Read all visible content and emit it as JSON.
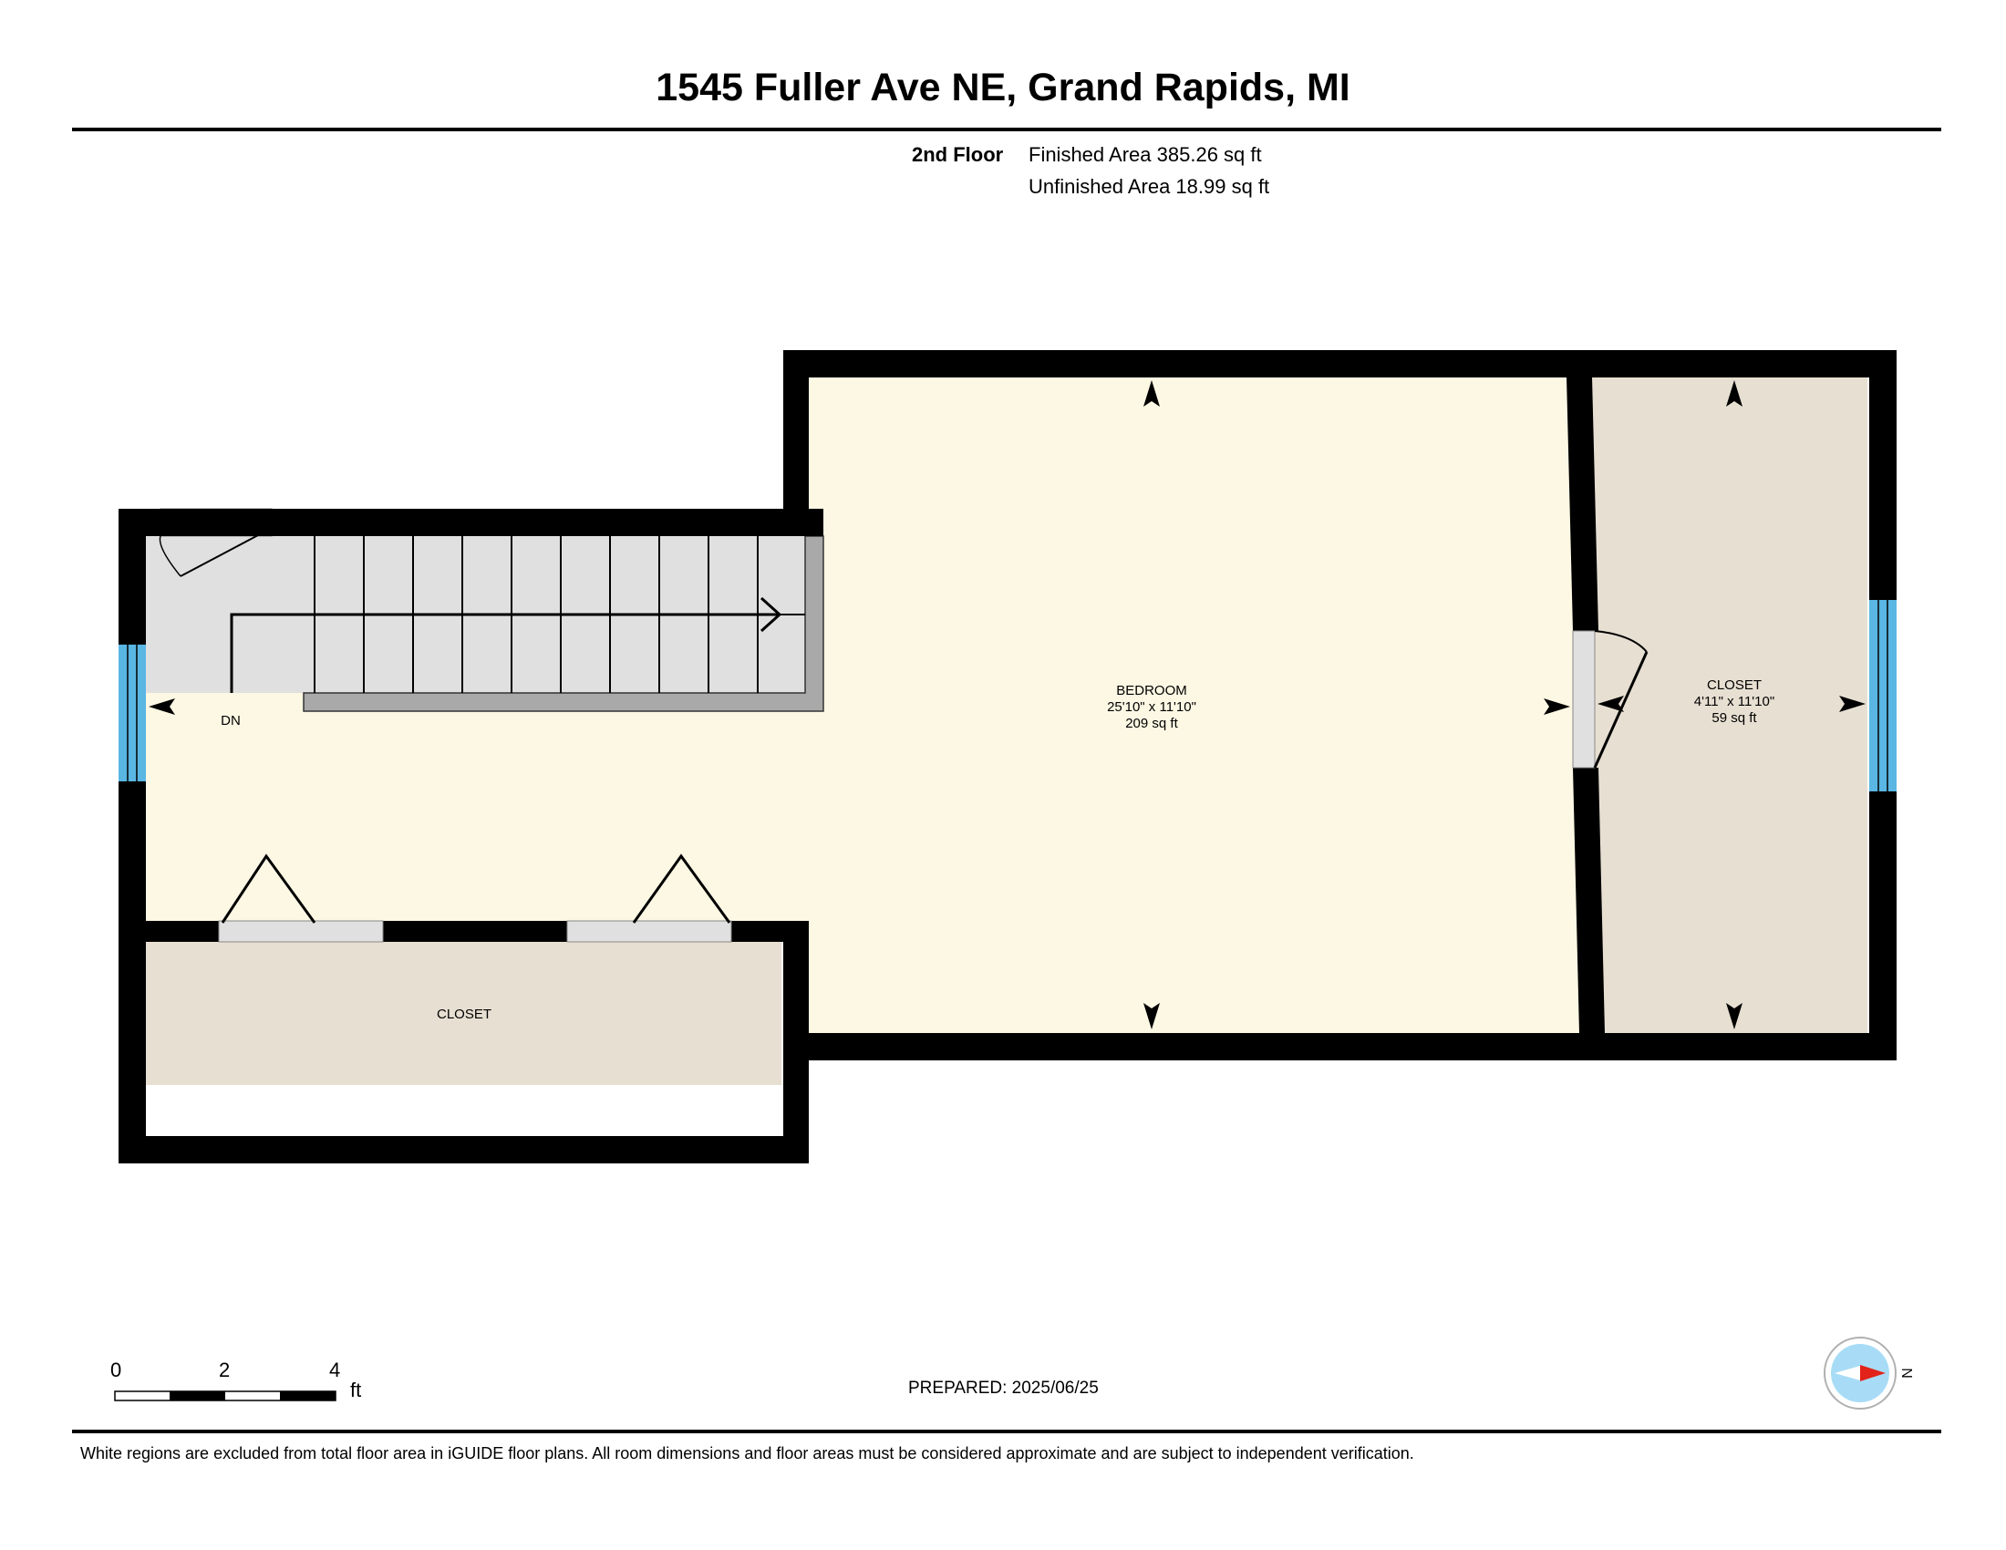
{
  "header": {
    "title": "1545 Fuller Ave NE, Grand Rapids, MI",
    "floor_name": "2nd Floor",
    "finished_area": "Finished Area 385.26 sq ft",
    "unfinished_area": "Unfinished Area 18.99 sq ft"
  },
  "rooms": {
    "bedroom": {
      "name": "BEDROOM",
      "dimensions": "25'10\" x 11'10\"",
      "area": "209 sq ft"
    },
    "closet_east": {
      "name": "CLOSET",
      "dimensions": "4'11\" x 11'10\"",
      "area": "59 sq ft"
    },
    "closet_south": {
      "name": "CLOSET"
    },
    "stairs_label": "DN"
  },
  "scale_bar": {
    "ticks": [
      "0",
      "2",
      "4"
    ],
    "unit": "ft"
  },
  "compass": {
    "direction": "N"
  },
  "footer": {
    "prepared": "PREPARED: 2025/06/25",
    "disclaimer": "White regions are excluded from total floor area in iGUIDE floor plans. All room dimensions and floor areas must be considered approximate and are subject to independent verification."
  },
  "colors": {
    "bedroom_fill": "#fdf8e4",
    "closet_fill": "#e7dfd2",
    "stairs_fill": "#e0e0e0",
    "window": "#5ab6e3",
    "wall": "#000000",
    "compass_bg": "#a8dcf6",
    "compass_needle": "#e2231a"
  }
}
